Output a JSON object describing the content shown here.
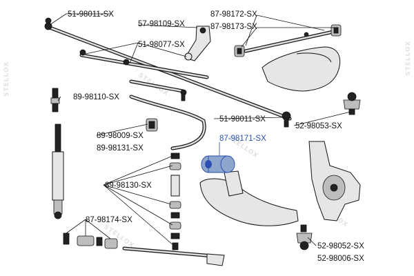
{
  "brand": {
    "watermark": "STELLOX"
  },
  "colors": {
    "highlight": "#2a4fb0",
    "line": "#111111",
    "watermark": "#e2e2e2"
  },
  "labels": {
    "p51_98011_top": "51-98011-SX",
    "p57_98109": "57-98109-SX",
    "p87_98172": "87-98172-SX",
    "p87_98173": "87-98173-SX",
    "p51_98077": "51-98077-SX",
    "p89_98110": "89-98110-SX",
    "p51_98011_mid": "51-98011-SX",
    "p52_98053": "52-98053-SX",
    "p89_98009": "89-98009-SX",
    "p89_98131": "89-98131-SX",
    "p87_98171": "87-98171-SX",
    "p89_98130": "89-98130-SX",
    "p87_98174": "87-98174-SX",
    "p52_98052": "52-98052-SX",
    "p52_98006": "52-98006-SX"
  }
}
